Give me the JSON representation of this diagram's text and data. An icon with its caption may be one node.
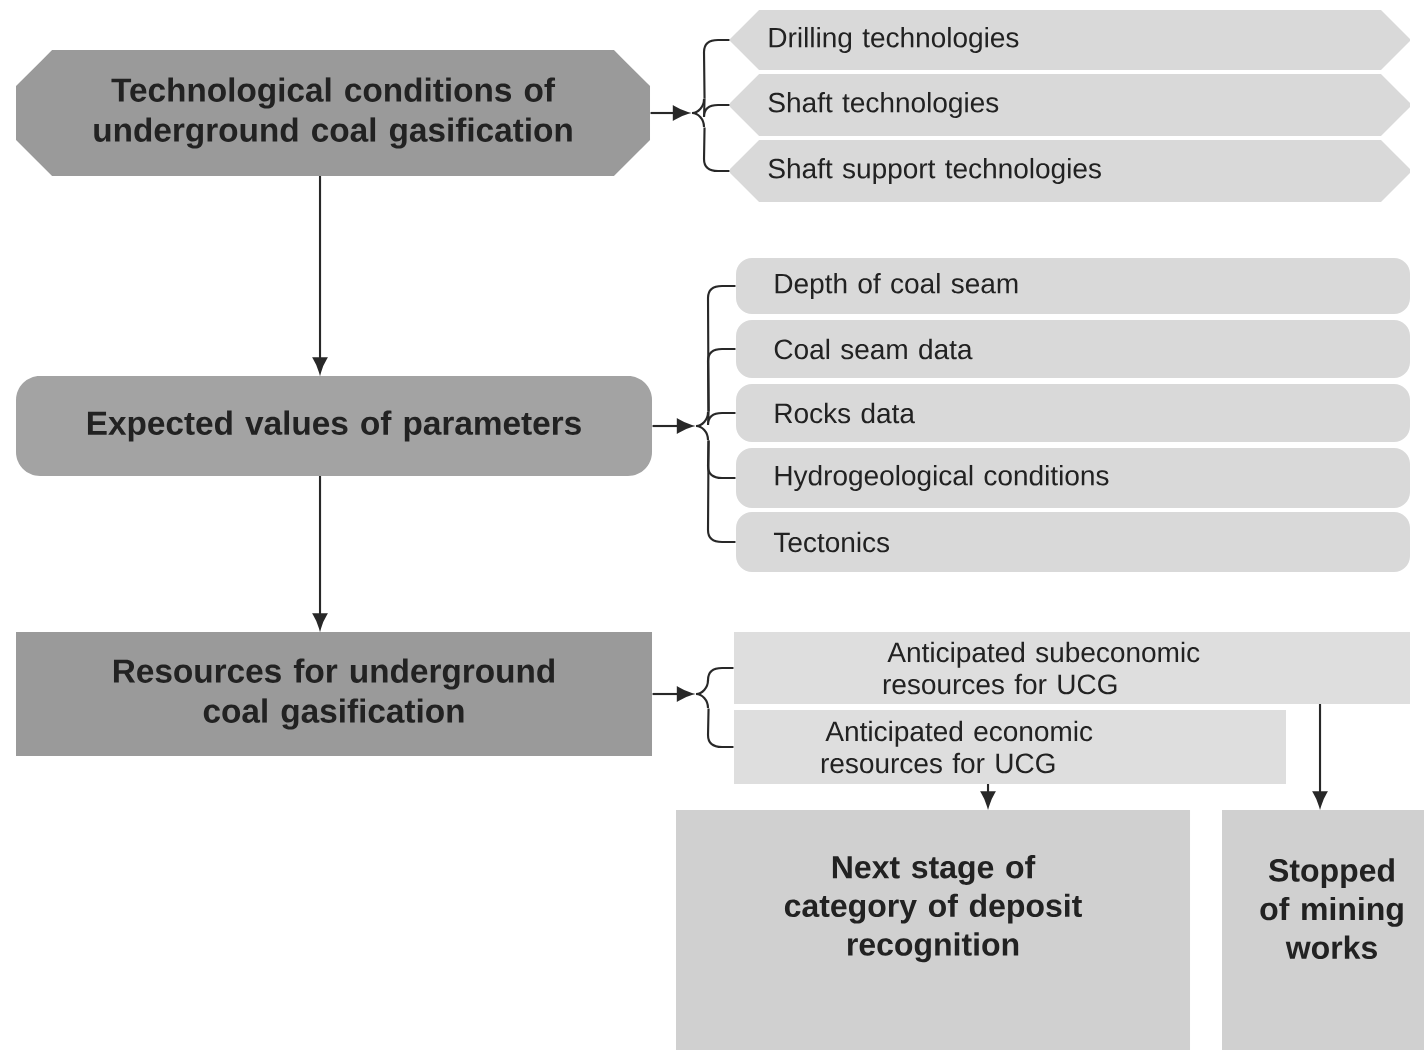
{
  "diagram": {
    "nodes": [
      {
        "text": [
          "Technological conditions of underground coal gasification"
        ]
      },
      {
        "text": [],
        "shape": "bracket"
      },
      {
        "text": [
          "Drilling technologies"
        ]
      },
      {
        "text": [
          "Shaft technologies"
        ]
      },
      {
        "text": [
          "Shaft support technologies"
        ]
      },
      {
        "text": [
          "Expected values of parameters"
        ]
      },
      {
        "text": [],
        "shape": "bracket"
      },
      {
        "text": [
          "Depth of coal seam"
        ]
      },
      {
        "text": [
          "Coal seam data"
        ]
      },
      {
        "text": [
          "Rocks data"
        ]
      },
      {
        "text": [
          "Hydrogeological conditions"
        ]
      },
      {
        "text": [
          "Tectonics"
        ]
      },
      {
        "text": [
          "Resources for underground coal gasification"
        ]
      },
      {
        "text": [],
        "shape": "bracket"
      },
      {
        "text": [
          "Anticipated subeconomic resources for UCG"
        ]
      },
      {
        "text": [
          "Anticipated economic resources for UCG"
        ]
      },
      {
        "text": [
          "Next stage of category of deposit recognition"
        ]
      },
      {
        "text": [
          "Stopped of mining works"
        ]
      }
    ],
    "edges": [
      {
        "from": 0,
        "to": 1,
        "arrow": "to"
      },
      {
        "from": 1,
        "to": 2,
        "arrow": "none"
      },
      {
        "from": 1,
        "to": 3,
        "arrow": "none"
      },
      {
        "from": 1,
        "to": 4,
        "arrow": "none"
      },
      {
        "from": 0,
        "to": 5,
        "arrow": "to"
      },
      {
        "from": 5,
        "to": 6,
        "arrow": "to"
      },
      {
        "from": 6,
        "to": 7,
        "arrow": "none"
      },
      {
        "from": 6,
        "to": 8,
        "arrow": "none"
      },
      {
        "from": 6,
        "to": 9,
        "arrow": "none"
      },
      {
        "from": 6,
        "to": 10,
        "arrow": "none"
      },
      {
        "from": 6,
        "to": 11,
        "arrow": "none"
      },
      {
        "from": 5,
        "to": 12,
        "arrow": "to"
      },
      {
        "from": 12,
        "to": 13,
        "arrow": "to"
      },
      {
        "from": 13,
        "to": 14,
        "arrow": "none"
      },
      {
        "from": 13,
        "to": 15,
        "arrow": "none"
      },
      {
        "from": 15,
        "to": 16,
        "arrow": "to"
      },
      {
        "from": 14,
        "to": 17,
        "arrow": "to"
      }
    ]
  }
}
